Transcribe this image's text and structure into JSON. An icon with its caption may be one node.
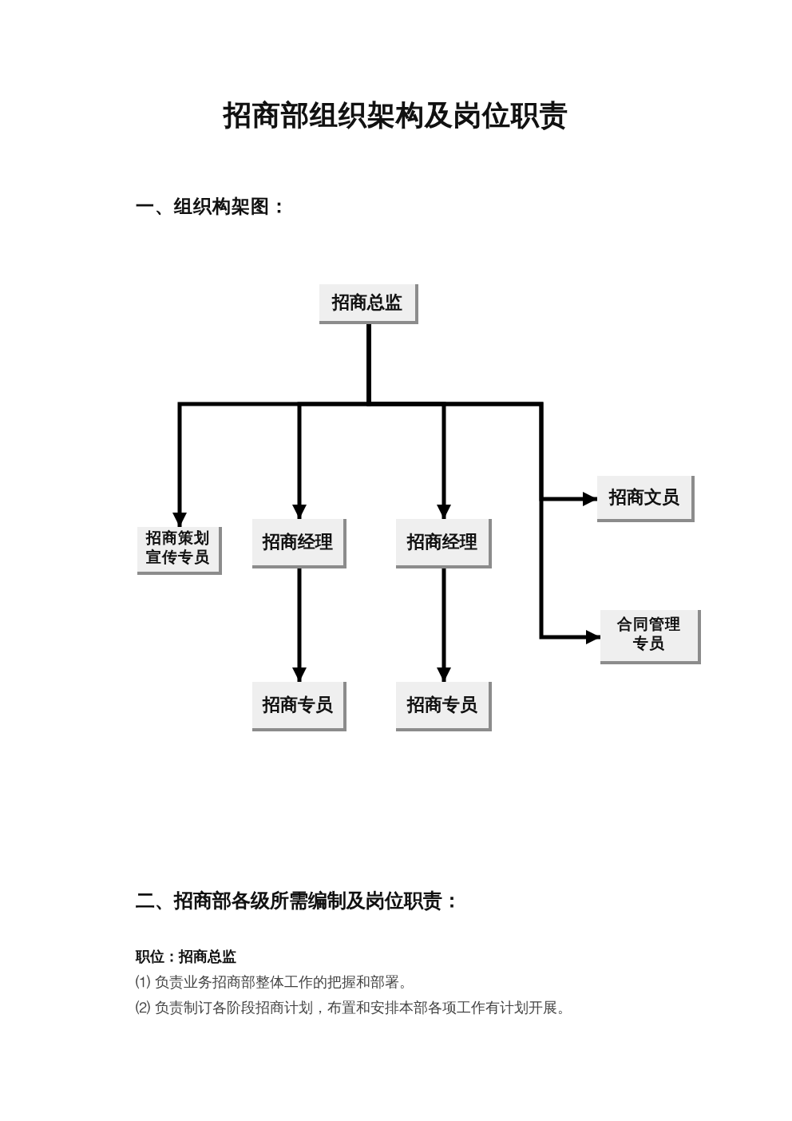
{
  "diagram": {
    "title": "招商部组织架构及岗位职责",
    "nodes": [
      {
        "text": [
          "招商总监"
        ]
      },
      {
        "text": [
          "招商策划宣传专员"
        ]
      },
      {
        "text": [
          "招商经理"
        ]
      },
      {
        "text": [
          "招商经理"
        ]
      },
      {
        "text": [
          "招商文员"
        ]
      },
      {
        "text": [
          "合同管理专员"
        ]
      },
      {
        "text": [
          "招商专员"
        ]
      },
      {
        "text": [
          "招商专员"
        ]
      }
    ],
    "edges": [
      {
        "from": 0,
        "to": 1,
        "arrow": "to"
      },
      {
        "from": 0,
        "to": 2,
        "arrow": "to"
      },
      {
        "from": 0,
        "to": 3,
        "arrow": "to"
      },
      {
        "from": 0,
        "to": 4,
        "arrow": "to"
      },
      {
        "from": 0,
        "to": 5,
        "arrow": "to"
      },
      {
        "from": 2,
        "to": 6,
        "arrow": "to"
      },
      {
        "from": 3,
        "to": 7,
        "arrow": "to"
      }
    ],
    "labels": [
      "一、组织构架图：",
      "二、招商部各级所需编制及岗位职责：",
      "职位：招商总监",
      "⑴ 负责业务招商部整体工作的把握和部署。",
      "⑵ 负责制订各阶段招商计划，布置和安排本部各项工作有计划开展。"
    ]
  }
}
